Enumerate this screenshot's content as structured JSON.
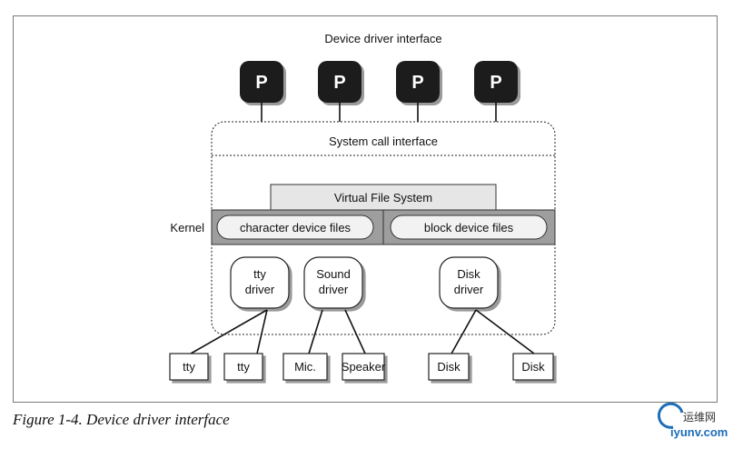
{
  "diagram": {
    "title": "Device driver interface",
    "process_label": "P",
    "syscall_label": "System call interface",
    "vfs_label": "Virtual File System",
    "kernel_label": "Kernel",
    "char_files_label": "character device files",
    "block_files_label": "block device files",
    "tty_driver": [
      "tty",
      "driver"
    ],
    "sound_driver": [
      "Sound",
      "driver"
    ],
    "disk_driver": [
      "Disk",
      "driver"
    ],
    "devices": [
      "tty",
      "tty",
      "Mic.",
      "Speaker",
      "Disk",
      "Disk"
    ]
  },
  "caption": "Figure 1-4. Device driver interface",
  "watermark": {
    "line1": "运维网",
    "line2": "iyunv.com"
  }
}
